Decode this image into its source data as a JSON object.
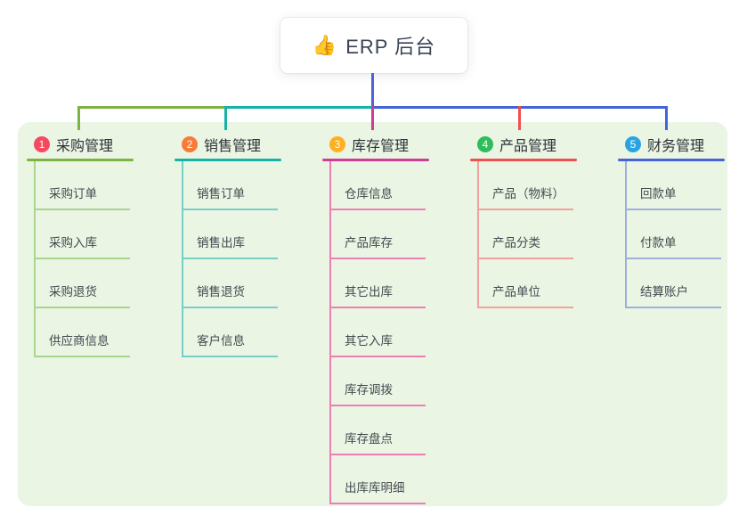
{
  "root": {
    "icon": "👍",
    "title": "ERP 后台"
  },
  "canvas": {
    "page_background": "#ffffff",
    "panel_background": "#eaf5e4"
  },
  "connectors": {
    "stem_color": "#4f63d2",
    "bus_segment_colors": [
      "#7cb342",
      "#17b3a8",
      "#4365d8"
    ]
  },
  "branches": [
    {
      "number": "1",
      "title": "采购管理",
      "badge_color": "#f5495f",
      "line_color": "#7cb342",
      "sub_line_color": "#a9d58d",
      "items": [
        "采购订单",
        "采购入库",
        "采购退货",
        "供应商信息"
      ]
    },
    {
      "number": "2",
      "title": "销售管理",
      "badge_color": "#f97b38",
      "line_color": "#17b3a8",
      "sub_line_color": "#76cfc6",
      "items": [
        "销售订单",
        "销售出库",
        "销售退货",
        "客户信息"
      ]
    },
    {
      "number": "3",
      "title": "库存管理",
      "badge_color": "#ffb020",
      "line_color": "#cf3d96",
      "sub_line_color": "#ee7fb4",
      "items": [
        "仓库信息",
        "产品库存",
        "其它出库",
        "其它入库",
        "库存调拨",
        "库存盘点",
        "出库库明细"
      ]
    },
    {
      "number": "4",
      "title": "产品管理",
      "badge_color": "#2fbd5b",
      "line_color": "#f1504e",
      "sub_line_color": "#f6a09e",
      "items": [
        "产品（物料）",
        "产品分类",
        "产品单位"
      ]
    },
    {
      "number": "5",
      "title": "财务管理",
      "badge_color": "#29a3e3",
      "line_color": "#4365d8",
      "sub_line_color": "#9fafda",
      "items": [
        "回款单",
        "付款单",
        "结算账户"
      ]
    }
  ]
}
